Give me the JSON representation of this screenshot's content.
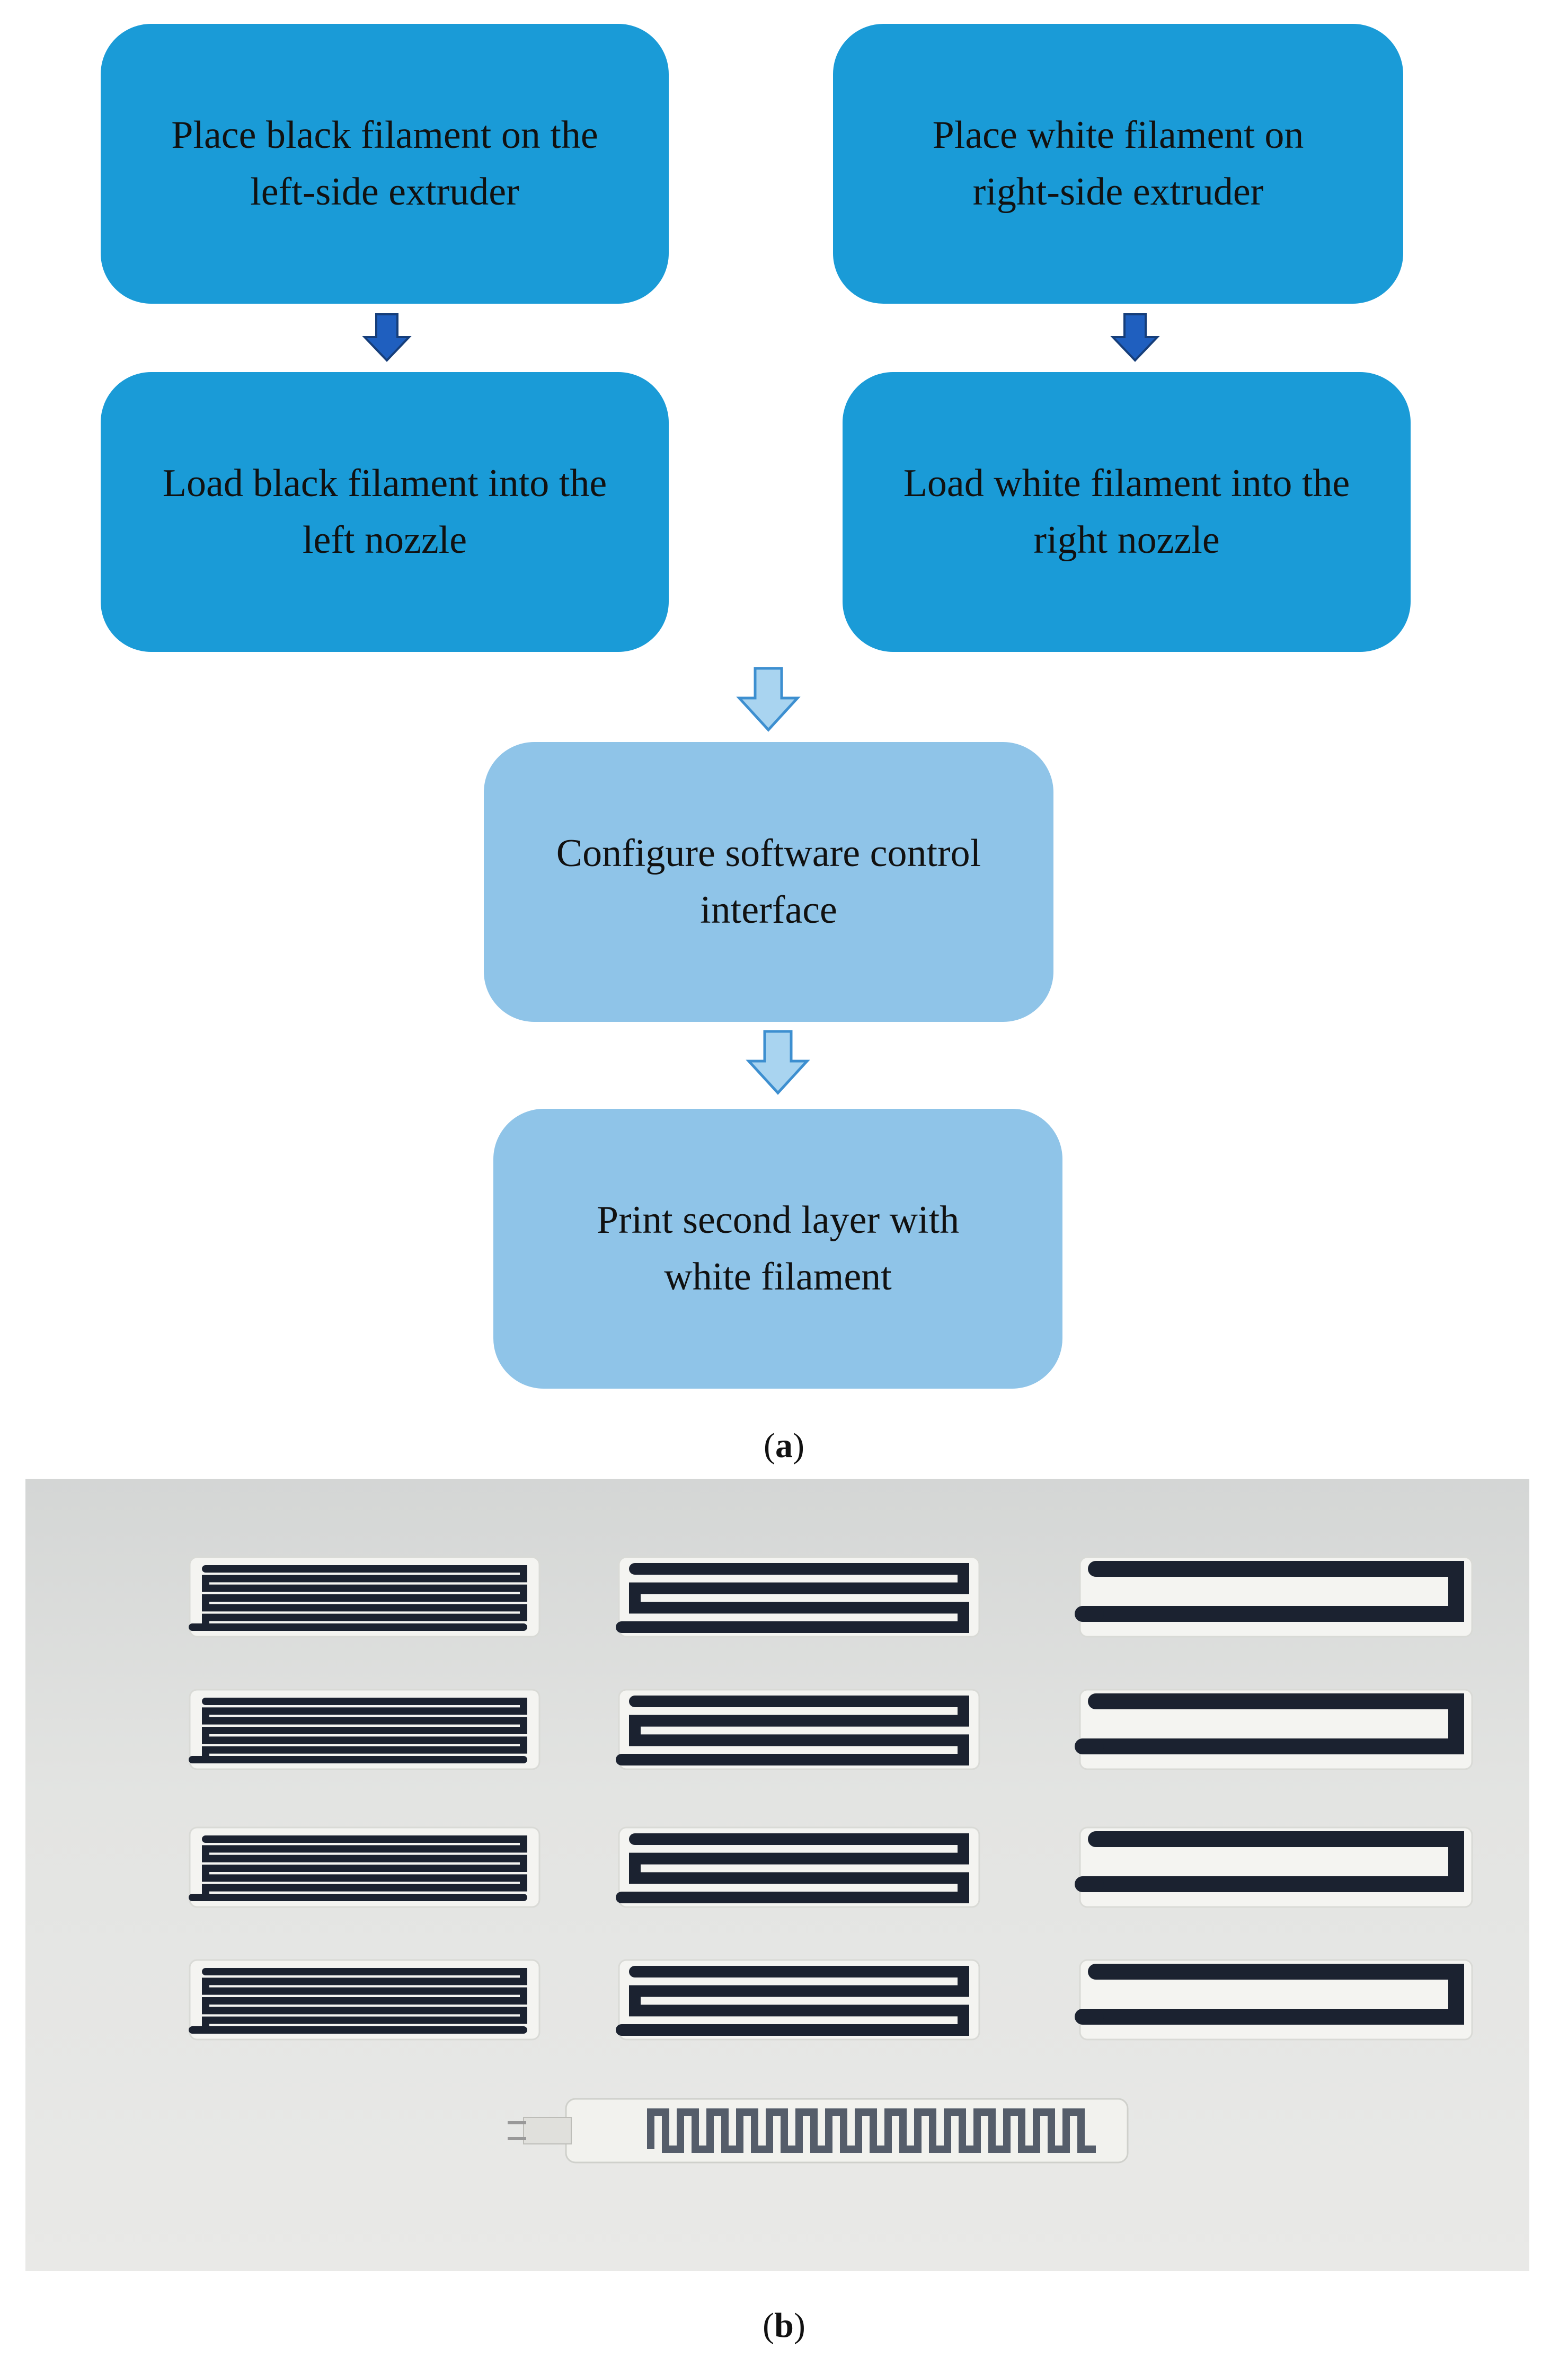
{
  "panel_a": {
    "label": "a",
    "steps": [
      {
        "id": "place-black",
        "text": "Place black filament on the left-side extruder",
        "line1": "Place black filament on the",
        "line2": "left-side extruder",
        "color": "#1a9bd7"
      },
      {
        "id": "place-white",
        "text": "Place white filament on right-side extruder",
        "line1": "Place white filament on",
        "line2": "right-side extruder",
        "color": "#1a9bd7"
      },
      {
        "id": "load-black",
        "text": "Load black filament into the left nozzle",
        "line1": "Load black filament into the",
        "line2": "left nozzle",
        "color": "#1a9bd7"
      },
      {
        "id": "load-white",
        "text": "Load white filament into the right nozzle",
        "line1": "Load white filament into the",
        "line2": "right nozzle",
        "color": "#1a9bd7"
      },
      {
        "id": "configure",
        "text": "Configure software control interface",
        "line1": "Configure software control",
        "line2": "interface",
        "color": "#8fc4e8"
      },
      {
        "id": "print-second",
        "text": "Print second layer with white filament",
        "line1": "Print second layer with",
        "line2": "white filament",
        "color": "#8fc4e8"
      }
    ],
    "arrows": [
      {
        "from": "place-black",
        "to": "load-black",
        "style": "filled",
        "color": "#1f5fbf"
      },
      {
        "from": "place-white",
        "to": "load-white",
        "style": "filled",
        "color": "#1f5fbf"
      },
      {
        "from": "load-black,load-white",
        "to": "configure",
        "style": "outlined",
        "color": "#a9d4f0"
      },
      {
        "from": "configure",
        "to": "print-second",
        "style": "outlined",
        "color": "#a9d4f0"
      }
    ]
  },
  "panel_b": {
    "label": "b",
    "photo": {
      "subject": "printed serpentine strain sensors on white base, 3 columns x 4 rows, plus a commercial flex sensor",
      "columns": [
        {
          "pattern": "many-fold serpentine",
          "count": 4
        },
        {
          "pattern": "medium-fold serpentine",
          "count": 4
        },
        {
          "pattern": "single U-loop",
          "count": 4
        }
      ],
      "trace_color": "#1b2230",
      "base_color": "#f4f4f1",
      "background_color": "#e6e7e5"
    }
  }
}
